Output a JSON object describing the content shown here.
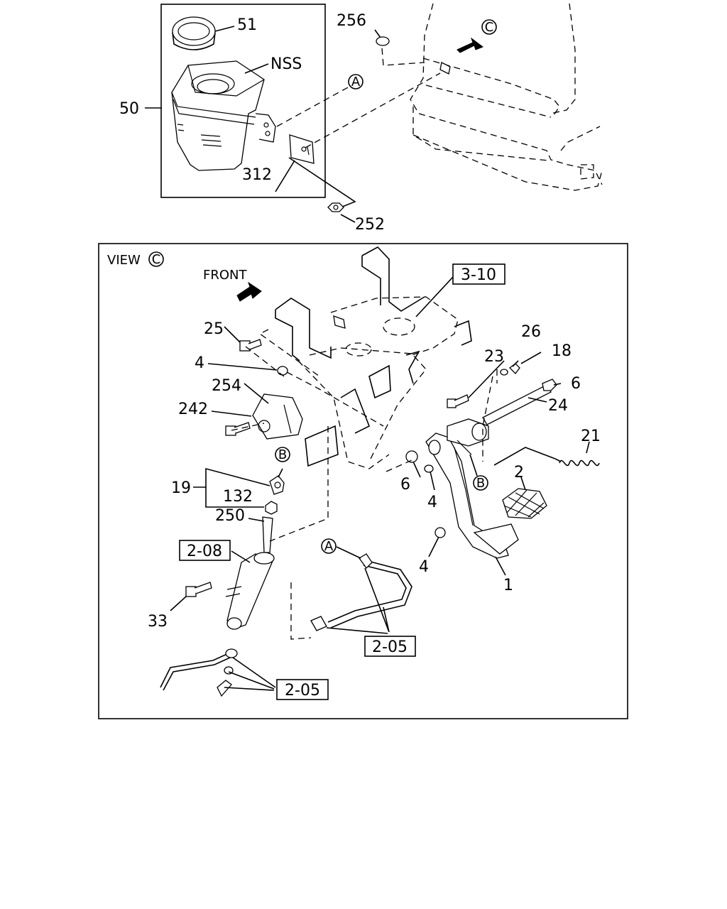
{
  "top": {
    "labels": {
      "p51": "51",
      "nss": "NSS",
      "p50": "50",
      "p312": "312",
      "p252": "252",
      "p256": "256",
      "cA": "A",
      "cC": "C"
    }
  },
  "view": {
    "title": "VIEW",
    "circle": "C",
    "front": "FRONT",
    "refs": {
      "r310": "3-10",
      "r208": "2-08",
      "r205a": "2-05",
      "r205b": "2-05"
    },
    "labels": {
      "p25": "25",
      "p4a": "4",
      "p254": "254",
      "p242": "242",
      "p19": "19",
      "p132": "132",
      "p250": "250",
      "p33": "33",
      "p23": "23",
      "p26": "26",
      "p18": "18",
      "p6a": "6",
      "p24": "24",
      "p21": "21",
      "p2": "2",
      "p6b": "6",
      "p4b": "4",
      "p4c": "4",
      "p1": "1",
      "cB1": "B",
      "cB2": "B",
      "cA2": "A"
    }
  }
}
